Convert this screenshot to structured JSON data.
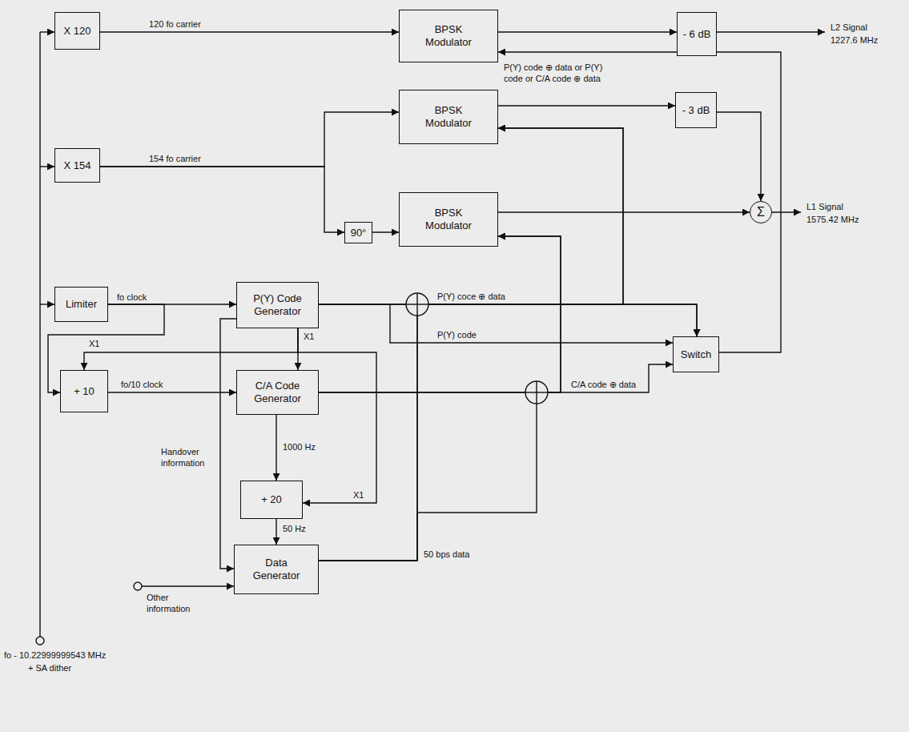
{
  "diagram": {
    "nodes": [
      {
        "text": [
          "X 120"
        ]
      },
      {
        "text": [
          "BPSK Modulator"
        ]
      },
      {
        "text": [
          "- 6 dB"
        ]
      },
      {
        "text": [
          "BPSK Modulator"
        ]
      },
      {
        "text": [
          "- 3 dB"
        ]
      },
      {
        "text": [
          "X 154"
        ]
      },
      {
        "text": [
          "Σ"
        ]
      },
      {
        "text": [
          "90°"
        ]
      },
      {
        "text": [
          "BPSK Modulator"
        ]
      },
      {
        "text": [
          "Limiter"
        ]
      },
      {
        "text": [
          "P(Y) Code Generator"
        ]
      },
      {
        "text": [
          "Switch"
        ]
      },
      {
        "text": [
          "+ 10"
        ]
      },
      {
        "text": [
          "C/A Code Generator"
        ]
      },
      {
        "text": [
          "+ 20"
        ]
      },
      {
        "text": [
          "Data Generator"
        ]
      }
    ],
    "edges": [
      {
        "from": 0,
        "to": 1,
        "arrow": "to",
        "label": "120 fo carrier"
      },
      {
        "from": 1,
        "to": 2,
        "arrow": "to"
      },
      {
        "from": 5,
        "to": 3,
        "arrow": "to",
        "label": "154 fo carrier"
      },
      {
        "from": 5,
        "to": 7,
        "arrow": "to"
      },
      {
        "from": 7,
        "to": 8,
        "arrow": "to"
      },
      {
        "from": 3,
        "to": 4,
        "arrow": "to"
      },
      {
        "from": 4,
        "to": 6,
        "arrow": "to"
      },
      {
        "from": 8,
        "to": 6,
        "arrow": "to"
      },
      {
        "from": 9,
        "to": 10,
        "arrow": "to",
        "label": "fo clock"
      },
      {
        "from": 9,
        "to": 12,
        "arrow": "to"
      },
      {
        "from": 12,
        "to": 13,
        "arrow": "to",
        "label": "fo/10 clock"
      },
      {
        "from": 10,
        "to": 13,
        "arrow": "to",
        "label": "X1"
      },
      {
        "from": 10,
        "to": 12,
        "arrow": "to",
        "label": "X1"
      },
      {
        "from": 10,
        "to": 14,
        "arrow": "to",
        "label": "X1"
      },
      {
        "from": 13,
        "to": 14,
        "arrow": "to",
        "label": "1000 Hz"
      },
      {
        "from": 14,
        "to": 15,
        "arrow": "to",
        "label": "50 Hz"
      },
      {
        "from": 10,
        "to": 15,
        "arrow": "to",
        "label": "Handover information"
      },
      {
        "from": 10,
        "to": 11,
        "arrow": "to",
        "label": "P(Y) coce ⊕ data"
      },
      {
        "from": 10,
        "to": 11,
        "arrow": "to",
        "label": "P(Y) code"
      },
      {
        "from": 10,
        "to": 3,
        "arrow": "to"
      },
      {
        "from": 13,
        "to": 11,
        "arrow": "to",
        "label": "C/A code ⊕ data"
      },
      {
        "from": 13,
        "to": 8,
        "arrow": "to"
      },
      {
        "from": 15,
        "to": 11,
        "arrow": "to",
        "label": "50 bps data"
      },
      {
        "from": 15,
        "to": 3,
        "arrow": "to"
      },
      {
        "from": 15,
        "to": 8,
        "arrow": "to"
      },
      {
        "from": 11,
        "to": 1,
        "arrow": "to",
        "label": "P(Y) code ⊕ data or P(Y) code or C/A code ⊕ data"
      }
    ],
    "labels": [
      "L2 Signal",
      "1227.6 MHz",
      "L1 Signal",
      "1575.42 MHz",
      "Other information",
      "fo - 10.22999999543 MHz",
      "+ SA dither"
    ]
  }
}
